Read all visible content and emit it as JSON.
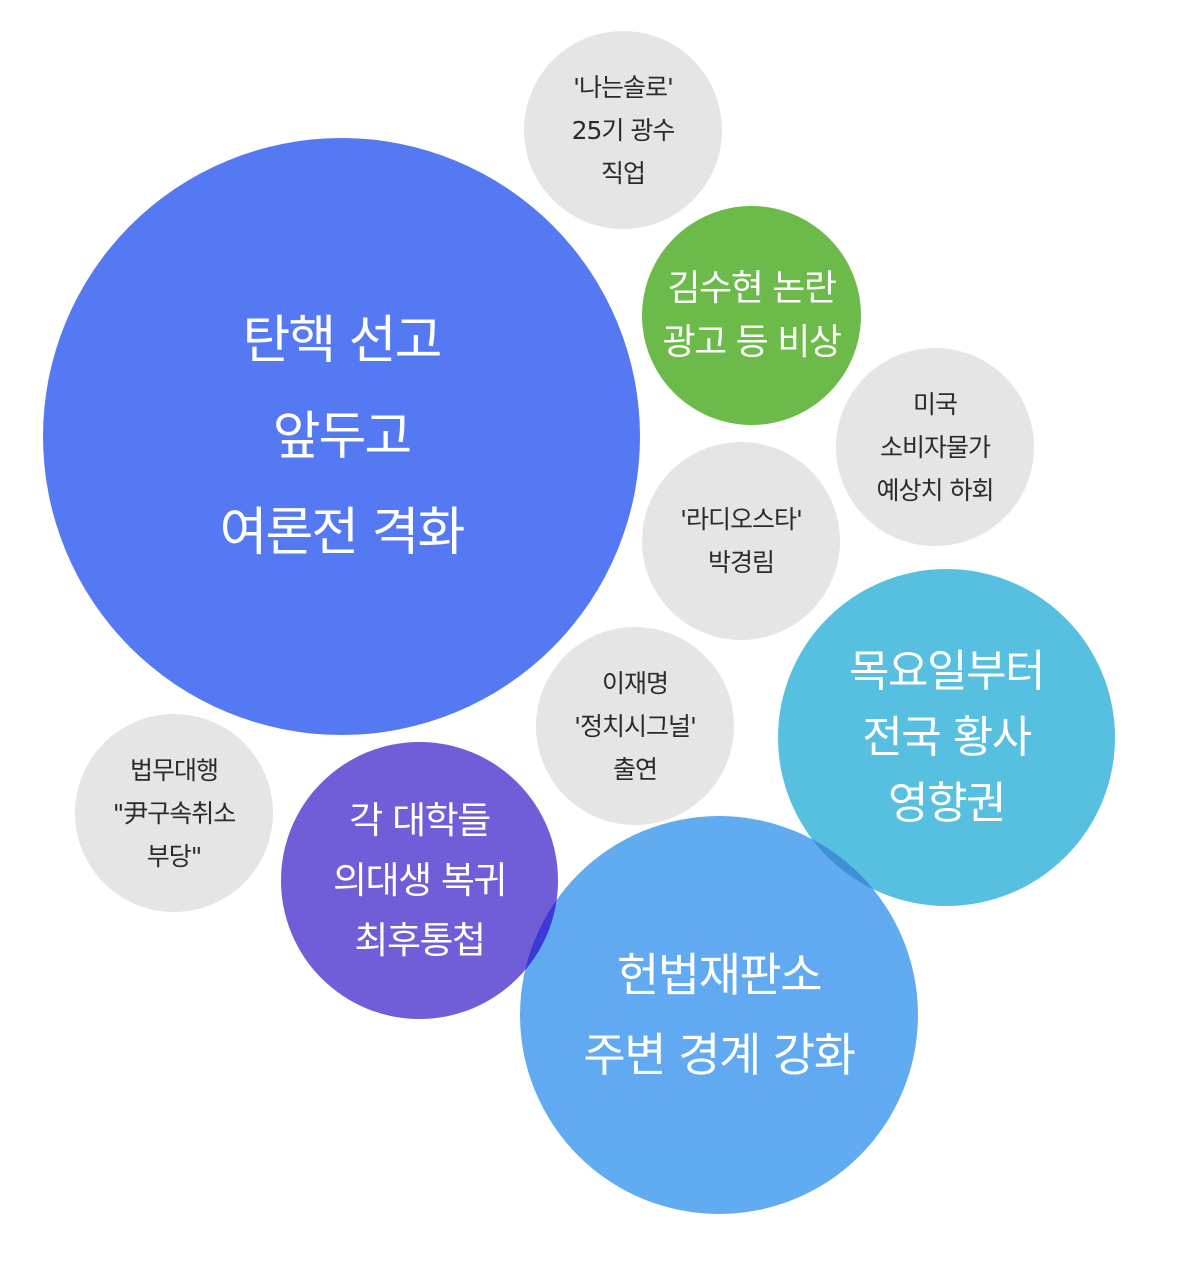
{
  "bubbles": [
    {
      "key": "impeachment",
      "label": "탄핵 선고\n앞두고\n여론전 격화",
      "color": "#5579f3"
    },
    {
      "key": "nasolo",
      "label": "'나는솔로'\n25기 광수\n직업",
      "color": "#e5e5e5"
    },
    {
      "key": "kimsoohyun",
      "label": "김수현 논란\n광고 등 비상",
      "color": "#6cbb4a"
    },
    {
      "key": "us-consumer",
      "label": "미국\n소비자물가\n예상치 하회",
      "color": "#e5e5e5"
    },
    {
      "key": "radiostar",
      "label": "'라디오스타'\n박경림",
      "color": "#e5e5e5"
    },
    {
      "key": "yellow-dust",
      "label": "목요일부터\n전국 황사\n영향권",
      "color": "#57bfe0"
    },
    {
      "key": "leejaemyung",
      "label": "이재명\n'정치시그널'\n출연",
      "color": "#e5e5e5"
    },
    {
      "key": "justice-minister",
      "label": "법무대행\n\"尹구속취소\n부당\"",
      "color": "#e5e5e5"
    },
    {
      "key": "medical-students",
      "label": "각 대학들\n의대생 복귀\n최후통첩",
      "color": "#6f5ed8"
    },
    {
      "key": "constitutional-court",
      "label": "헌법재판소\n주변 경계 강화",
      "color": "#5ea9f1"
    }
  ]
}
